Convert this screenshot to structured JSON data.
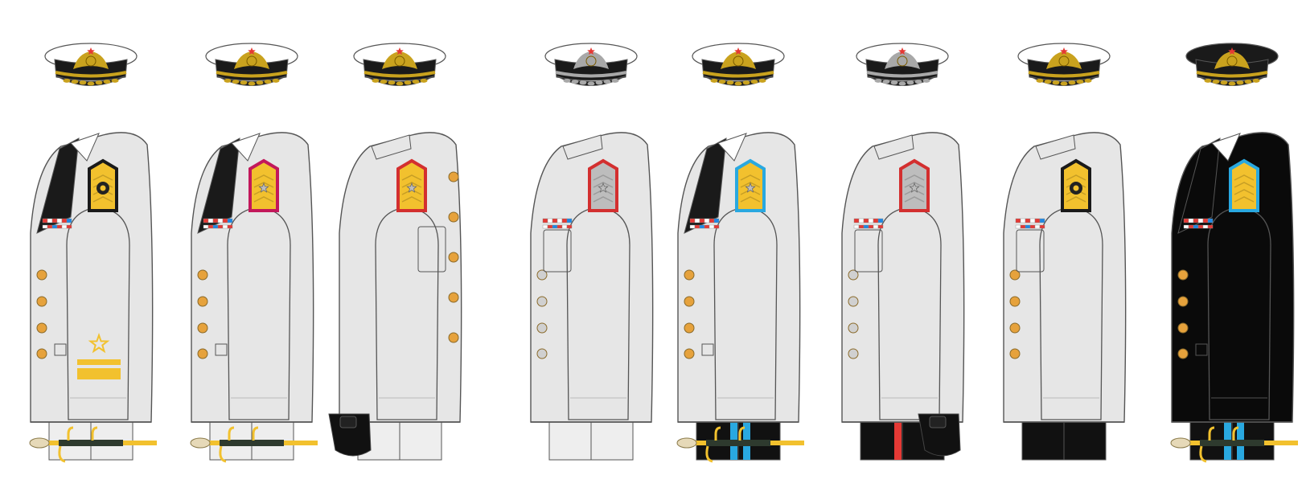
{
  "figures": [
    {
      "jacket": "#e6e6e6",
      "trim": "#c9c9c9",
      "collar": "#1a1a1a",
      "board_border": "#1a1a1a",
      "board_fill": "#f2c12e",
      "board_emblem": "anchor-wheel-icon",
      "trousers": "#eeeeee",
      "stripe": "",
      "dirk": true,
      "holster": false,
      "side": "left",
      "cap_band": "#1a1a1a",
      "cap_top": "#ffffff",
      "cap_embroidery": "#c9a21e",
      "buttons": "#e6a23c",
      "sleeve_insignia": true,
      "ribbons": true
    },
    {
      "jacket": "#e6e6e6",
      "trim": "#c9c9c9",
      "collar": "#1a1a1a",
      "board_border": "#c2185b",
      "board_fill": "#f2c12e",
      "board_emblem": "star-icon",
      "trousers": "#eeeeee",
      "stripe": "",
      "dirk": true,
      "holster": false,
      "side": "left",
      "cap_band": "#1a1a1a",
      "cap_top": "#ffffff",
      "cap_embroidery": "#c9a21e",
      "buttons": "#e6a23c",
      "sleeve_insignia": false,
      "ribbons": true
    },
    {
      "jacket": "#e6e6e6",
      "trim": "#c9c9c9",
      "collar": "",
      "board_border": "#d32f2f",
      "board_fill": "#f2c12e",
      "board_emblem": "star-icon",
      "trousers": "#eeeeee",
      "stripe": "",
      "dirk": false,
      "holster": true,
      "side": "right",
      "cap_band": "#1a1a1a",
      "cap_top": "#ffffff",
      "cap_embroidery": "#c9a21e",
      "buttons": "#e6a23c",
      "sleeve_insignia": false,
      "ribbons": false
    },
    {
      "jacket": "#e6e6e6",
      "trim": "#c9c9c9",
      "collar": "",
      "board_border": "#d32f2f",
      "board_fill": "#bdbdbd",
      "board_emblem": "star-icon",
      "trousers": "#eeeeee",
      "stripe": "",
      "dirk": false,
      "holster": false,
      "side": "left",
      "cap_band": "#1a1a1a",
      "cap_top": "#ffffff",
      "cap_embroidery": "#a8a8a8",
      "buttons": "#d0d0d0",
      "sleeve_insignia": false,
      "ribbons": true
    },
    {
      "jacket": "#e6e6e6",
      "trim": "#c9c9c9",
      "collar": "#1a1a1a",
      "board_border": "#29a8e0",
      "board_fill": "#f2c12e",
      "board_emblem": "star-icon",
      "trousers": "#111111",
      "stripe": "#29a8e0",
      "dirk": true,
      "holster": false,
      "side": "left",
      "cap_band": "#1a1a1a",
      "cap_top": "#ffffff",
      "cap_embroidery": "#c9a21e",
      "buttons": "#e6a23c",
      "sleeve_insignia": false,
      "ribbons": true
    },
    {
      "jacket": "#e6e6e6",
      "trim": "#c9c9c9",
      "collar": "",
      "board_border": "#d32f2f",
      "board_fill": "#bdbdbd",
      "board_emblem": "star-icon",
      "trousers": "#111111",
      "stripe": "#e53935",
      "dirk": false,
      "holster": true,
      "side": "left",
      "cap_band": "#1a1a1a",
      "cap_top": "#ffffff",
      "cap_embroidery": "#a8a8a8",
      "buttons": "#d0d0d0",
      "sleeve_insignia": false,
      "ribbons": true
    },
    {
      "jacket": "#e6e6e6",
      "trim": "#c9c9c9",
      "collar": "",
      "board_border": "#1a1a1a",
      "board_fill": "#f2c12e",
      "board_emblem": "anchor-wheel-icon",
      "trousers": "#111111",
      "stripe": "",
      "dirk": false,
      "holster": false,
      "side": "left",
      "cap_band": "#1a1a1a",
      "cap_top": "#ffffff",
      "cap_embroidery": "#c9a21e",
      "buttons": "#e6a23c",
      "sleeve_insignia": false,
      "ribbons": true
    },
    {
      "jacket": "#0a0a0a",
      "trim": "#3a3a3a",
      "collar": "#0a0a0a",
      "board_border": "#29a8e0",
      "board_fill": "#f2c12e",
      "board_emblem": "",
      "trousers": "#111111",
      "stripe": "#29a8e0",
      "dirk": true,
      "holster": false,
      "side": "left",
      "cap_band": "#1a1a1a",
      "cap_top": "#1a1a1a",
      "cap_embroidery": "#c9a21e",
      "buttons": "#e6a23c",
      "sleeve_insignia": false,
      "ribbons": true
    }
  ]
}
